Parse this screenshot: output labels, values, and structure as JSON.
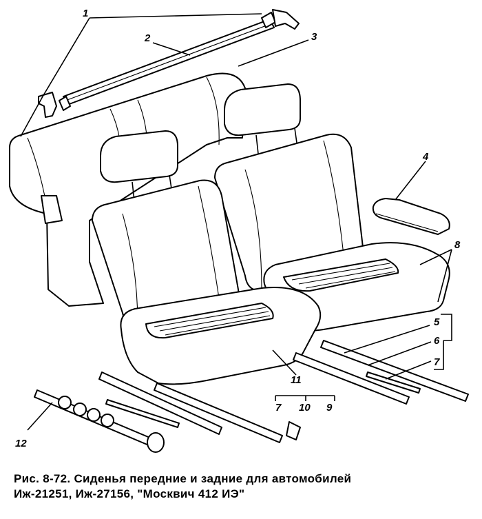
{
  "figure": {
    "caption_line1": "Рис. 8-72. Сиденья передние и задние для автомобилей",
    "caption_line2": "Иж-21251, Иж-27156, \"Москвич 412 ИЭ\""
  },
  "labels": {
    "l1": "1",
    "l2": "2",
    "l3": "3",
    "l4": "4",
    "l5": "5",
    "l6": "6",
    "l7a": "7",
    "l8": "8",
    "l11": "11",
    "l7b": "7",
    "l10": "10",
    "l9": "9",
    "l12": "12"
  }
}
